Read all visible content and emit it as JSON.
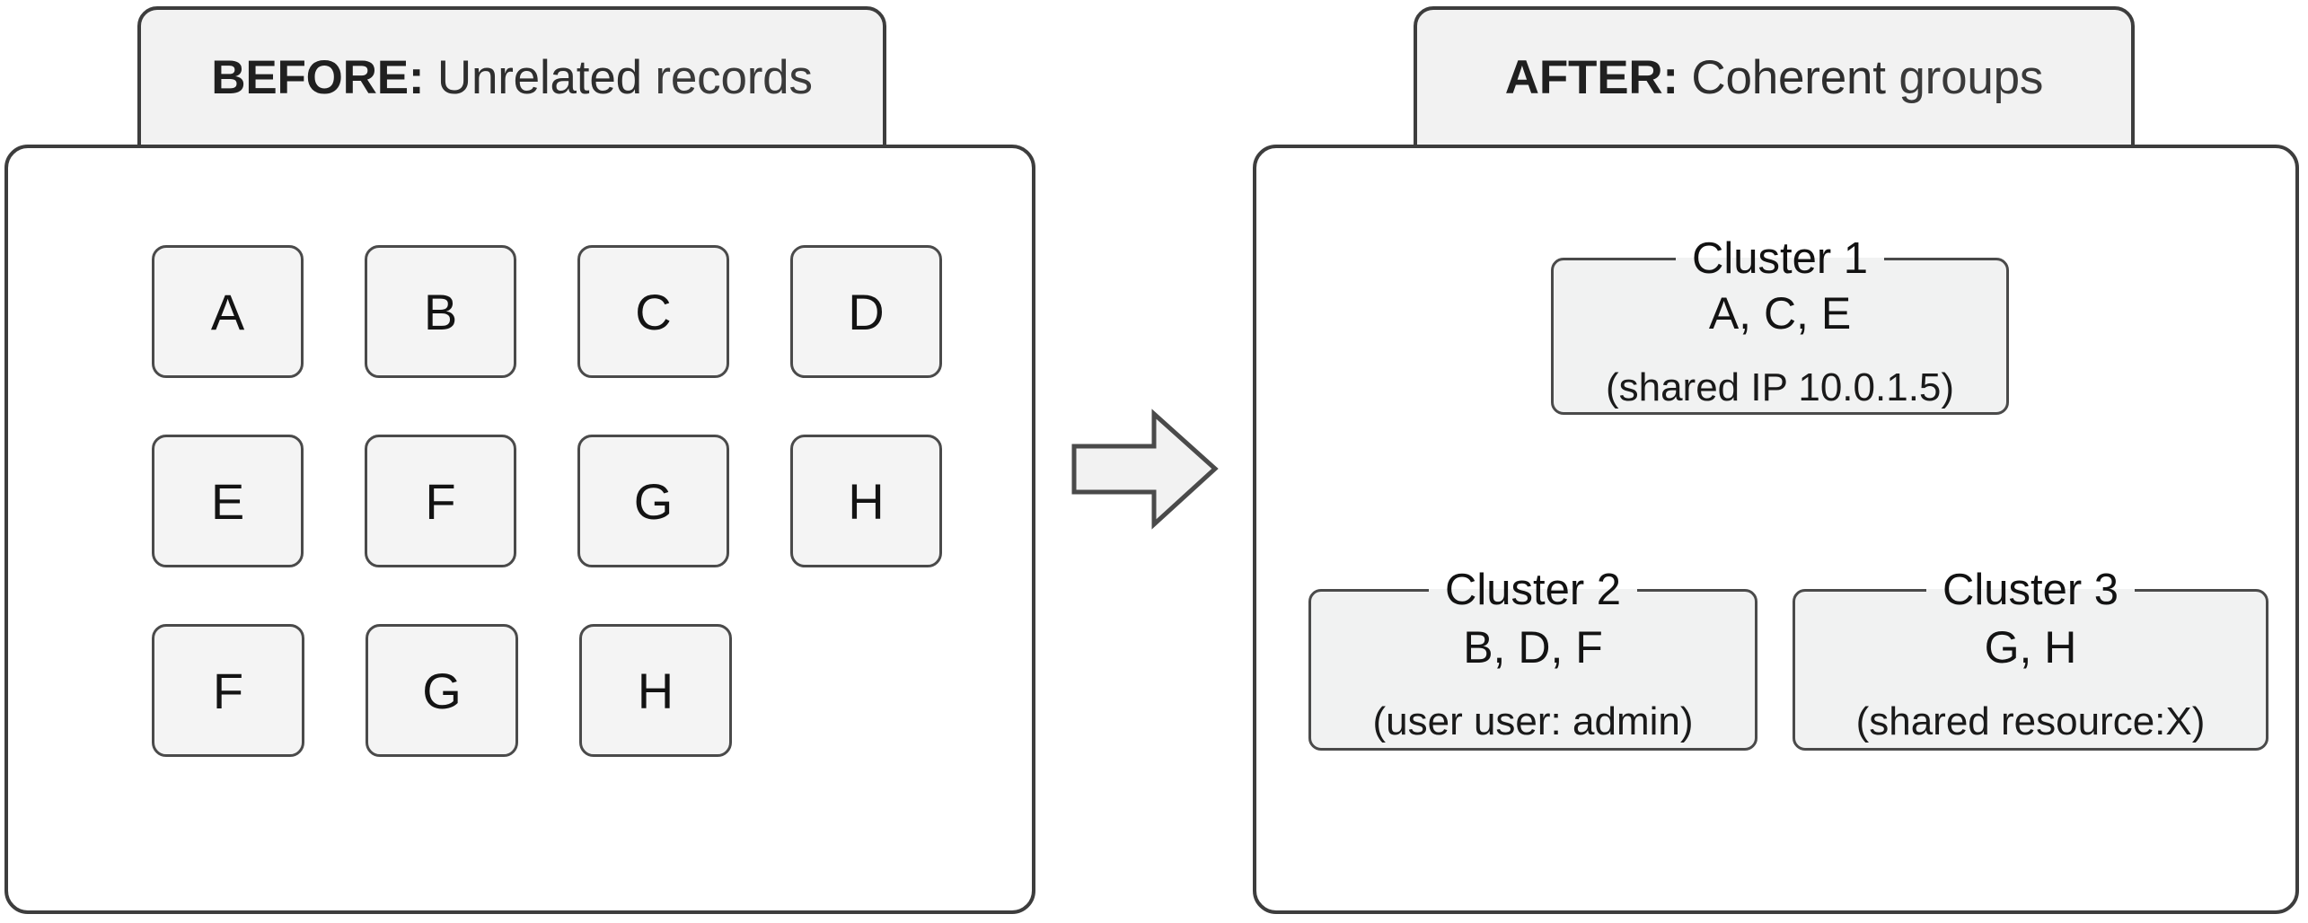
{
  "diagram": {
    "type": "before-after-clustering-diagram",
    "arrow_icon": "right-block-arrow-icon"
  },
  "before": {
    "banner": {
      "lead": "BEFORE:",
      "mid": " Unrelated",
      "tail": " records"
    },
    "rows": [
      [
        "A",
        "B",
        "C",
        "D"
      ],
      [
        "E",
        "F",
        "G",
        "H"
      ],
      [
        "F",
        "G",
        "H"
      ]
    ]
  },
  "after": {
    "banner": {
      "lead": "AFTER:",
      "mid": " Coherent",
      "tail": " groups"
    },
    "clusters": [
      {
        "title": "Cluster 1",
        "members": "A, C, E",
        "reason": "(shared IP 10.0.1.5)"
      },
      {
        "title": "Cluster 2",
        "members": "B, D, F",
        "reason": "(user user: admin)"
      },
      {
        "title": "Cluster 3",
        "members": "G, H",
        "reason": "(shared resource:X)"
      }
    ]
  },
  "colors": {
    "panel_border": "#3d3d3d",
    "panel_fill": "#ffffff",
    "banner_fill": "#f2f2f2",
    "tile_fill": "#f4f4f4",
    "tile_border": "#4a4a4a",
    "cluster_fill": "#f1f2f2",
    "text": "#131313"
  }
}
